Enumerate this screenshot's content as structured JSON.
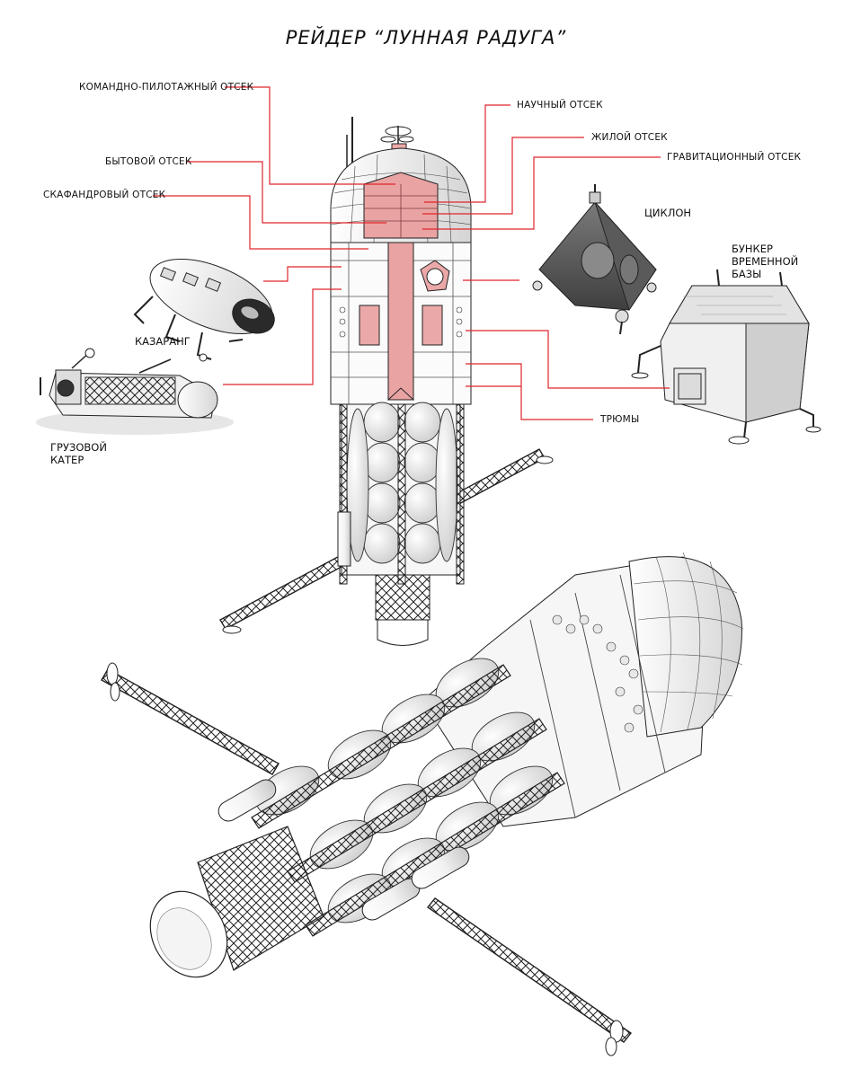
{
  "title": "РЕЙДЕР “ЛУННАЯ РАДУГА”",
  "colors": {
    "leader_line": "#e0242b",
    "highlight": "#e9a3a3",
    "outline": "#222222",
    "shade": "#d8d8d8"
  },
  "callouts": {
    "command": "КОМАНДНО-ПИЛОТАЖНЫЙ ОТСЕК",
    "living_utility": "БЫТОВОЙ ОТСЕК",
    "spacesuit": "СКАФАНДРОВЫЙ ОТСЕК",
    "science": "НАУЧНЫЙ ОТСЕК",
    "residential": "ЖИЛОЙ ОТСЕК",
    "gravity": "ГРАВИТАЦИОННЫЙ ОТСЕК",
    "holds": "ТРЮМЫ"
  },
  "vehicles": {
    "cyclone": "ЦИКЛОН",
    "bunker": "БУНКЕР ВРЕМЕННОЙ БАЗЫ",
    "kazarang": "КАЗАРАНГ",
    "cargo_boat": "ГРУЗОВОЙ КАТЕР"
  }
}
